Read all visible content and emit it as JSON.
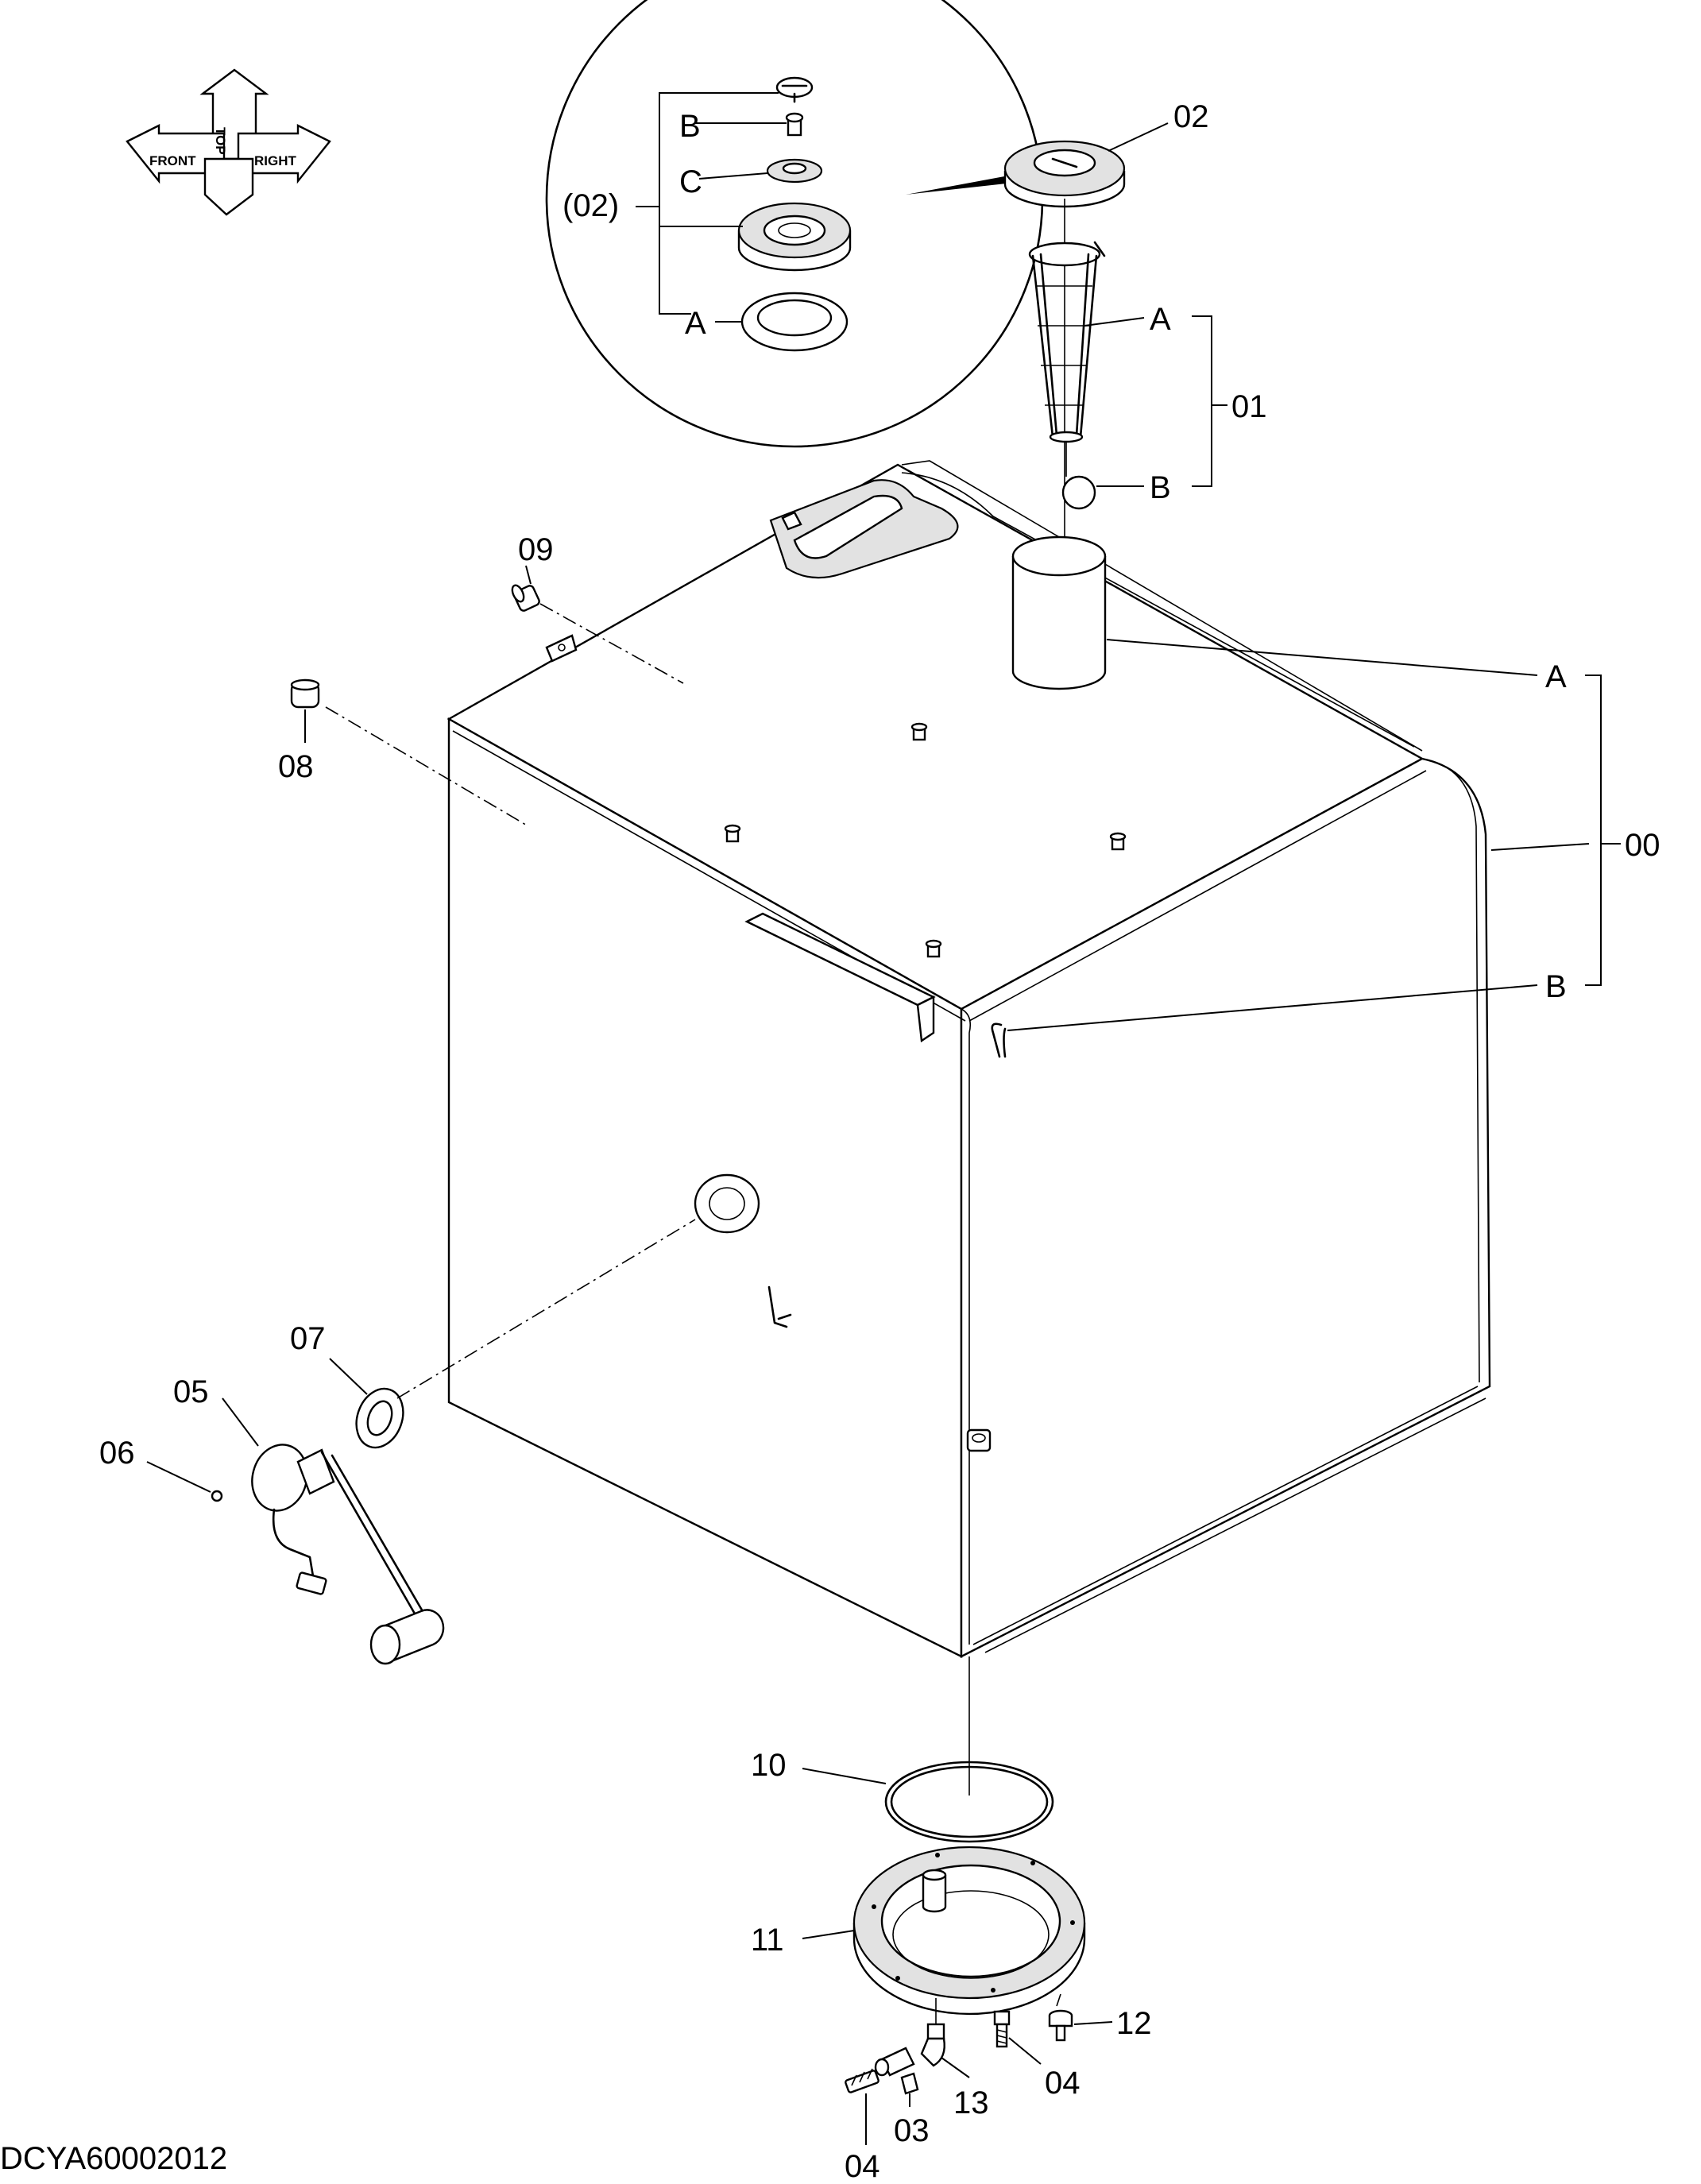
{
  "drawing_code": "DCYA60002012",
  "orientation": {
    "front": "FRONT",
    "top": "TOP",
    "right": "RIGHT"
  },
  "callouts": {
    "c00": "00",
    "c01": "01",
    "c02": "02",
    "c02_detail": "(02)",
    "c03": "03",
    "c04_upper": "04",
    "c04_lower": "04",
    "c05": "05",
    "c06": "06",
    "c07": "07",
    "c08": "08",
    "c09": "09",
    "c10": "10",
    "c11": "11",
    "c12": "12",
    "c13": "13"
  },
  "sub_labels": {
    "tank_a": "A",
    "tank_b": "B",
    "strainer_a": "A",
    "strainer_b": "B",
    "detail_a": "A",
    "detail_b": "B",
    "detail_c": "C"
  }
}
